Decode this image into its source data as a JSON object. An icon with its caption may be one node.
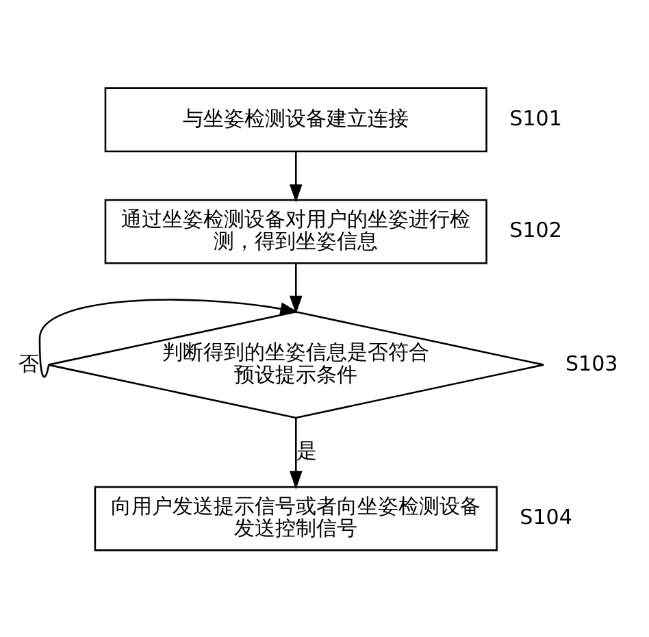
{
  "diagram": {
    "nodes": [
      {
        "text": [
          "与坐姿检测设备建立连接"
        ],
        "beside": [
          "S101"
        ]
      },
      {
        "text": [
          "通过坐姿检测设备对用户的坐姿进行检测，得到坐姿信息"
        ],
        "beside": [
          "S102"
        ]
      },
      {
        "text": [
          "判断得到的坐姿信息是否符合预设提示条件"
        ],
        "beside": [
          "S103"
        ]
      },
      {
        "text": [
          "向用户发送提示信号或者向坐姿检测设备发送控制信号"
        ],
        "beside": [
          "S104"
        ]
      }
    ],
    "edges": [
      {
        "from": 0,
        "to": 1,
        "arrow": "to"
      },
      {
        "from": 1,
        "to": 2,
        "arrow": "to"
      },
      {
        "from": 2,
        "to": 3,
        "arrow": "to",
        "label": "是"
      },
      {
        "from": 2,
        "to": 2,
        "arrow": "to",
        "label": "否"
      }
    ]
  }
}
